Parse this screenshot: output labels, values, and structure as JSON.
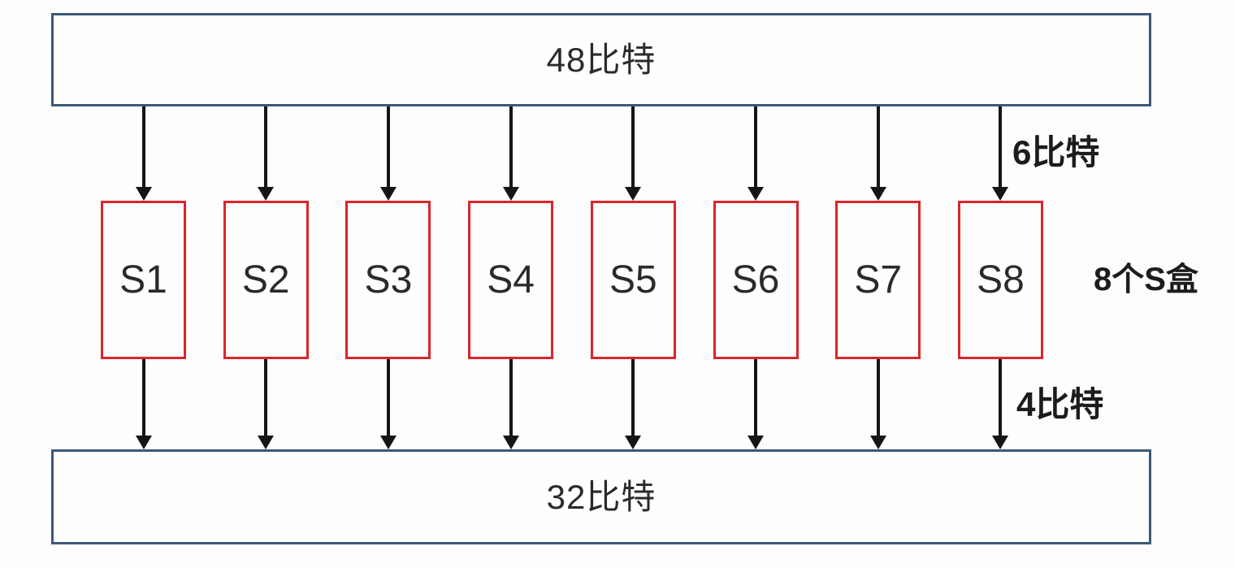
{
  "buses": {
    "top_label": "48比特",
    "bottom_label": "32比特"
  },
  "s_boxes": [
    {
      "label": "S1"
    },
    {
      "label": "S2"
    },
    {
      "label": "S3"
    },
    {
      "label": "S4"
    },
    {
      "label": "S5"
    },
    {
      "label": "S6"
    },
    {
      "label": "S7"
    },
    {
      "label": "S8"
    }
  ],
  "annotations": {
    "input_bits_per_box": "6比特",
    "output_bits_per_box": "4比特",
    "sbox_count": "8个S盒"
  },
  "colors": {
    "bus_border": "#3d5876",
    "sbox_border": "#d9262b",
    "arrow": "#151515",
    "text": "#2a2a2a"
  }
}
